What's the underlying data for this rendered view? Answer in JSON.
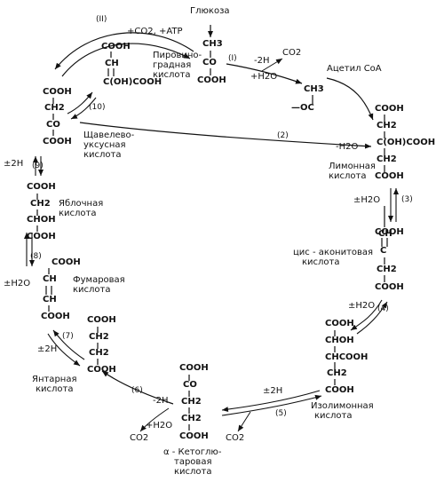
{
  "title": "Глюкоза",
  "acetyl": "Ацетил СоА",
  "pyruvate": {
    "ch3": "CH3",
    "co": "CO",
    "cooh": "COOH",
    "name": [
      "Пировино-",
      "градная",
      "кислота"
    ]
  },
  "acetyl_group": {
    "ch3": "CH3",
    "oc": "—OC"
  },
  "citrate": {
    "lines": [
      "COOH",
      "CH2",
      "C(OH)COOH",
      "CH2",
      "COOH"
    ],
    "name": [
      "Лимонная",
      "кислота"
    ]
  },
  "aconitate": {
    "lines": [
      "COOH",
      "C",
      "CH",
      "CH2",
      "COOH"
    ],
    "name": [
      "цис - аконитовая",
      "кислота"
    ]
  },
  "isocitrate": {
    "lines": [
      "COOH",
      "CHOH",
      "CHCOOH",
      "CH2",
      "COOH"
    ],
    "name": [
      "Изолимонная",
      "кислота"
    ]
  },
  "ketoglutarate": {
    "lines": [
      "COOH",
      "CO",
      "CH2",
      "CH2",
      "COOH"
    ],
    "name": [
      "α - Кетоглю-",
      "таровая",
      "кислота"
    ]
  },
  "succinate": {
    "lines": [
      "COOH",
      "CH2",
      "CH2",
      "COOH"
    ],
    "name": [
      "Янтарная",
      "кислота"
    ]
  },
  "fumarate": {
    "lines": [
      "COOH",
      "CH",
      "CH",
      "COOH"
    ],
    "name": [
      "Фумаровая",
      "кислота"
    ]
  },
  "malate": {
    "lines": [
      "COOH",
      "CH2",
      "CHOH",
      "COOH"
    ],
    "name": [
      "Яблочная",
      "кислота"
    ]
  },
  "oxaloacetate": {
    "lines": [
      "COOH",
      "CH2",
      "CO",
      "COOH"
    ],
    "name": [
      "Щавелево-",
      "уксусная",
      "кислота"
    ]
  },
  "pep": {
    "lines": [
      "COOH",
      "CH",
      "C(OH)COOH"
    ]
  },
  "reactions": {
    "r1": "(I)",
    "r2": "(2)",
    "r3": "(3)",
    "r4": "(4)",
    "r5": "(5)",
    "r6": "(6)",
    "r7": "(7)",
    "r8": "(8)",
    "r9": "(9)",
    "r10": "(10)",
    "r11": "(II)"
  },
  "cofactors": {
    "co2_atp": "+CO2, +ATP",
    "minus2h_1": "-2H",
    "co2_1": "CO2",
    "plus_h2o_1": "+H2O",
    "minus_h2o_2": "-H2O",
    "pm_h2o_3": "±H2O",
    "pm_h2o_4": "±H2O",
    "pm_2h_5": "±2H",
    "co2_5": "CO2",
    "minus2h_6": "-2H",
    "plus_h2o_6": "+H2O",
    "co2_6": "CO2",
    "pm_2h_7": "±2H",
    "pm_h2o_8": "±H2O",
    "pm_2h_9": "±2H"
  }
}
